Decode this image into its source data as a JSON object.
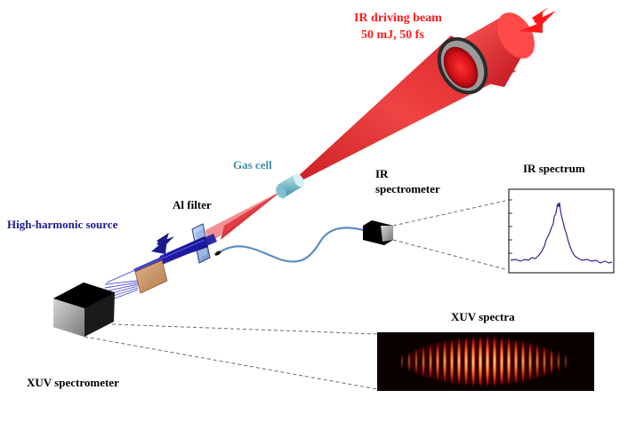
{
  "labels": {
    "ir_beam_line1": "IR driving beam",
    "ir_beam_line2": "50 mJ, 50 fs",
    "gas_cell": "Gas cell",
    "ir_spectrometer_line1": "IR",
    "ir_spectrometer_line2": "spectrometer",
    "ir_spectrum": "IR spectrum",
    "al_filter": "Al filter",
    "high_harmonic_source": "High-harmonic source",
    "xuv_spectra": "XUV spectra",
    "xuv_spectrometer": "XUV spectrometer"
  },
  "colors": {
    "ir_label": "#ff1a1a",
    "gas_cell_label": "#3f8fa6",
    "hhg_label": "#1a1a8c",
    "text_black": "#000000",
    "ir_beam": "#e0191f",
    "xuv_beam": "#1e1aa0",
    "spectrum_trace": "#2a2a8a",
    "fiber": "#5b8fc4"
  },
  "icons": {
    "ir_input_arrow": "red-arrow-icon",
    "xuv_output_arrow": "blue-arrow-icon"
  }
}
